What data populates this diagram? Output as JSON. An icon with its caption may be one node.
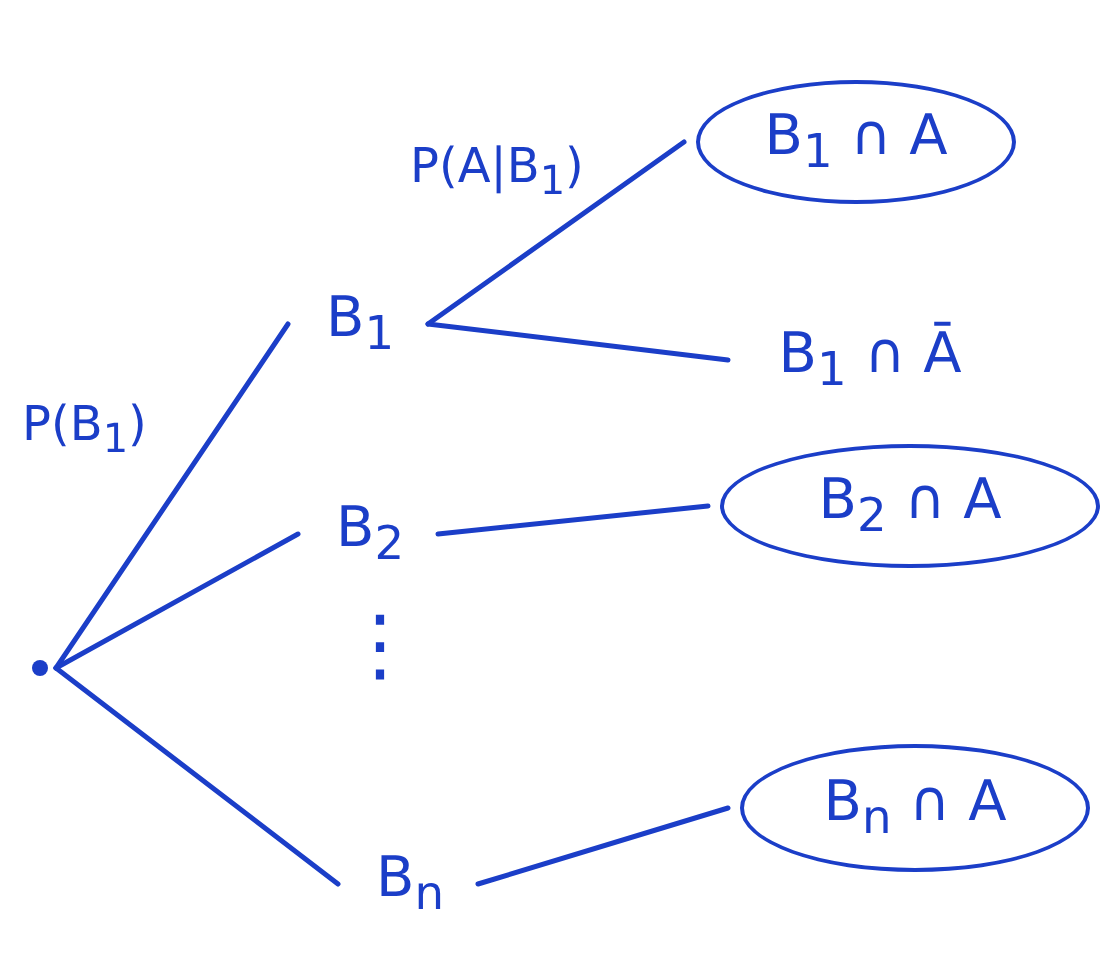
{
  "diagram": {
    "nodes": [
      {
        "text": [],
        "shape": "circle"
      },
      {
        "text": [
          "B$_{1}$"
        ]
      },
      {
        "text": [
          "B$_{2}$"
        ]
      },
      {
        "text": [
          "B$_{n}$"
        ]
      },
      {
        "text": [
          "B$_{1}$ ∩ A"
        ]
      },
      {
        "text": [
          "B$_{1}$ ∩ Ā"
        ]
      },
      {
        "text": [
          "B$_{2}$ ∩ A"
        ]
      },
      {
        "text": [
          "B$_{n}$ ∩ A"
        ]
      }
    ],
    "edges": [
      {
        "from": 0,
        "to": 1,
        "arrow": "none",
        "label": "P(B$_{1}$)"
      },
      {
        "from": 0,
        "to": 2,
        "arrow": "none"
      },
      {
        "from": 0,
        "to": 3,
        "arrow": "none"
      },
      {
        "from": 1,
        "to": 4,
        "arrow": "none",
        "label": "P(A|B$_{1}$)"
      },
      {
        "from": 1,
        "to": 5,
        "arrow": "none"
      },
      {
        "from": 2,
        "to": 6,
        "arrow": "none"
      },
      {
        "from": 3,
        "to": 7,
        "arrow": "none"
      }
    ],
    "labels": [
      "⋮"
    ]
  }
}
